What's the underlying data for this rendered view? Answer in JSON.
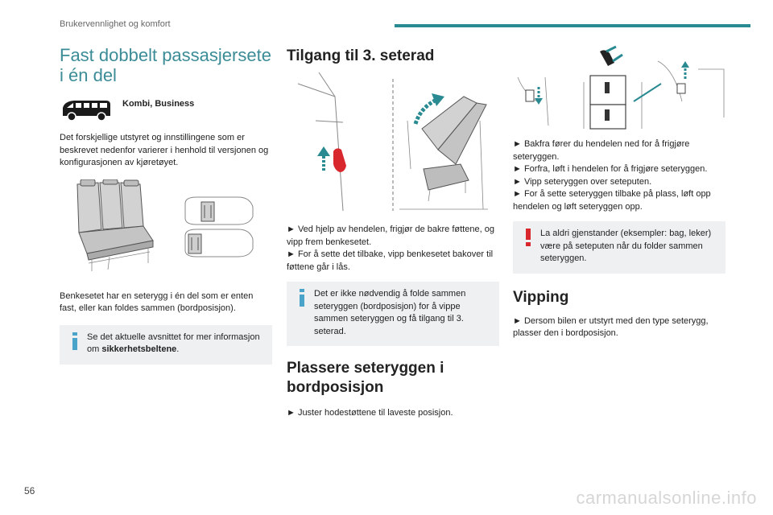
{
  "header": {
    "section": "Brukervennlighet og komfort"
  },
  "page_number": "56",
  "watermark": "carmanualsonline.info",
  "col1": {
    "title": "Fast dobbelt passasjersete i én del",
    "versions_a": "Kombi",
    "versions_sep": ", ",
    "versions_b": "Business",
    "intro": "Det forskjellige utstyret og innstillingene som er beskrevet nedenfor varierer i henhold til versjonen og konfigurasjonen av kjøretøyet.",
    "body": "Benkesetet har en seterygg i én del som er enten fast, eller kan foldes sammen (bordposisjon).",
    "note_a": "Se det aktuelle avsnittet for mer informasjon om ",
    "note_b": "sikkerhetsbeltene",
    "note_c": "."
  },
  "col2": {
    "title": "Tilgang til 3. seterad",
    "steps": [
      "► Ved hjelp av hendelen, frigjør de bakre føttene, og vipp frem benkesetet.",
      "► For å sette det tilbake, vipp benkesetet bakover til føttene går i lås."
    ],
    "note": "Det er ikke nødvendig å folde sammen seteryggen (bordposisjon) for å vippe sammen seteryggen og få tilgang til 3. seterad.",
    "title2": "Plassere seteryggen i bordposisjon",
    "step2": "► Juster hodestøttene til laveste posisjon."
  },
  "col3": {
    "steps": [
      "► Bakfra fører du hendelen ned for å frigjøre seteryggen.",
      "► Forfra, løft i hendelen for å frigjøre seteryggen.",
      "► Vipp seteryggen over seteputen.",
      "► For å sette seteryggen tilbake på plass, løft opp hendelen og løft seteryggen opp."
    ],
    "warning": "La aldri gjenstander (eksempler: bag, leker) være på seteputen når du folder sammen seteryggen.",
    "title": "Vipping",
    "step_tilt": "► Dersom bilen er utstyrt med den type seterygg, plasser den i bordposisjon."
  },
  "colors": {
    "accent": "#2a8a92",
    "heading": "#3b8c97",
    "info": "#4aa3c9",
    "warn": "#d9272e",
    "note_bg": "#eef0f2"
  },
  "icons": [
    "van-icon",
    "info-icon",
    "warning-icon"
  ]
}
